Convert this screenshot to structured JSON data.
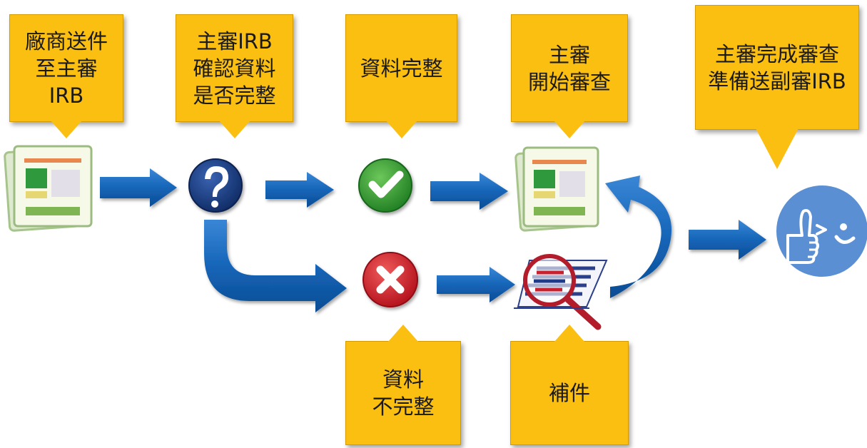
{
  "callouts": {
    "vendor_submit": "廠商送件\n至主審\nIRB",
    "check_complete": "主審IRB\n確認資料\n是否完整",
    "data_complete": "資料完整",
    "start_review": "主審\n開始審查",
    "review_done": "主審完成審查\n準備送副審IRB",
    "data_incomplete": "資料\n不完整",
    "supplement": "補件"
  },
  "colors": {
    "callout_fill": "#fbbf12",
    "arrow_blue": "#1565b8",
    "check_green": "#2e9a2e",
    "cross_red": "#d71f2a",
    "question_navy": "#133a7c",
    "smiley_blue": "#5b8fd4"
  },
  "icons": {
    "document": "document-icon",
    "question": "question-mark-icon",
    "check": "check-mark-icon",
    "cross": "cross-icon",
    "magnifier": "magnifier-document-icon",
    "smiley": "thumbs-up-smiley-icon"
  }
}
